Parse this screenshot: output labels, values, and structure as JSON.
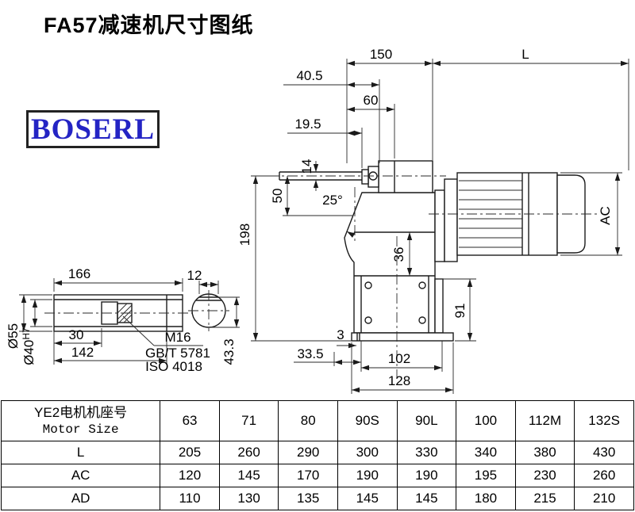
{
  "title": "FA57减速机尺寸图纸",
  "logo": {
    "text": "BOSERL"
  },
  "drawing": {
    "dims": {
      "w150": "150",
      "L": "L",
      "w40_5": "40.5",
      "w60": "60",
      "w19_5": "19.5",
      "dia14": "14",
      "h50": "50",
      "angle": "25°",
      "h198": "198",
      "h36": "36",
      "AC": "AC",
      "h91": "91",
      "w3": "3",
      "w33_5": "33.5",
      "w102": "102",
      "w128": "128"
    },
    "shaft": {
      "len166": "166",
      "key12": "12",
      "len30": "30",
      "len142": "142",
      "dia55": "Ø55",
      "dia40": "Ø40",
      "tol": "H7",
      "thread": "M16",
      "std1": "GB/T 5781",
      "std2": "ISO 4018",
      "h43_3": "43.3"
    }
  },
  "table": {
    "header_cn": "YE2电机机座号",
    "header_en": "Motor Size",
    "sizes": [
      "63",
      "71",
      "80",
      "90S",
      "90L",
      "100",
      "112M",
      "132S"
    ],
    "rows": [
      {
        "label": "L",
        "values": [
          "205",
          "260",
          "290",
          "300",
          "330",
          "340",
          "380",
          "430"
        ]
      },
      {
        "label": "AC",
        "values": [
          "120",
          "145",
          "170",
          "190",
          "190",
          "195",
          "230",
          "260"
        ]
      },
      {
        "label": "AD",
        "values": [
          "110",
          "130",
          "135",
          "145",
          "145",
          "180",
          "215",
          "210"
        ]
      }
    ]
  }
}
